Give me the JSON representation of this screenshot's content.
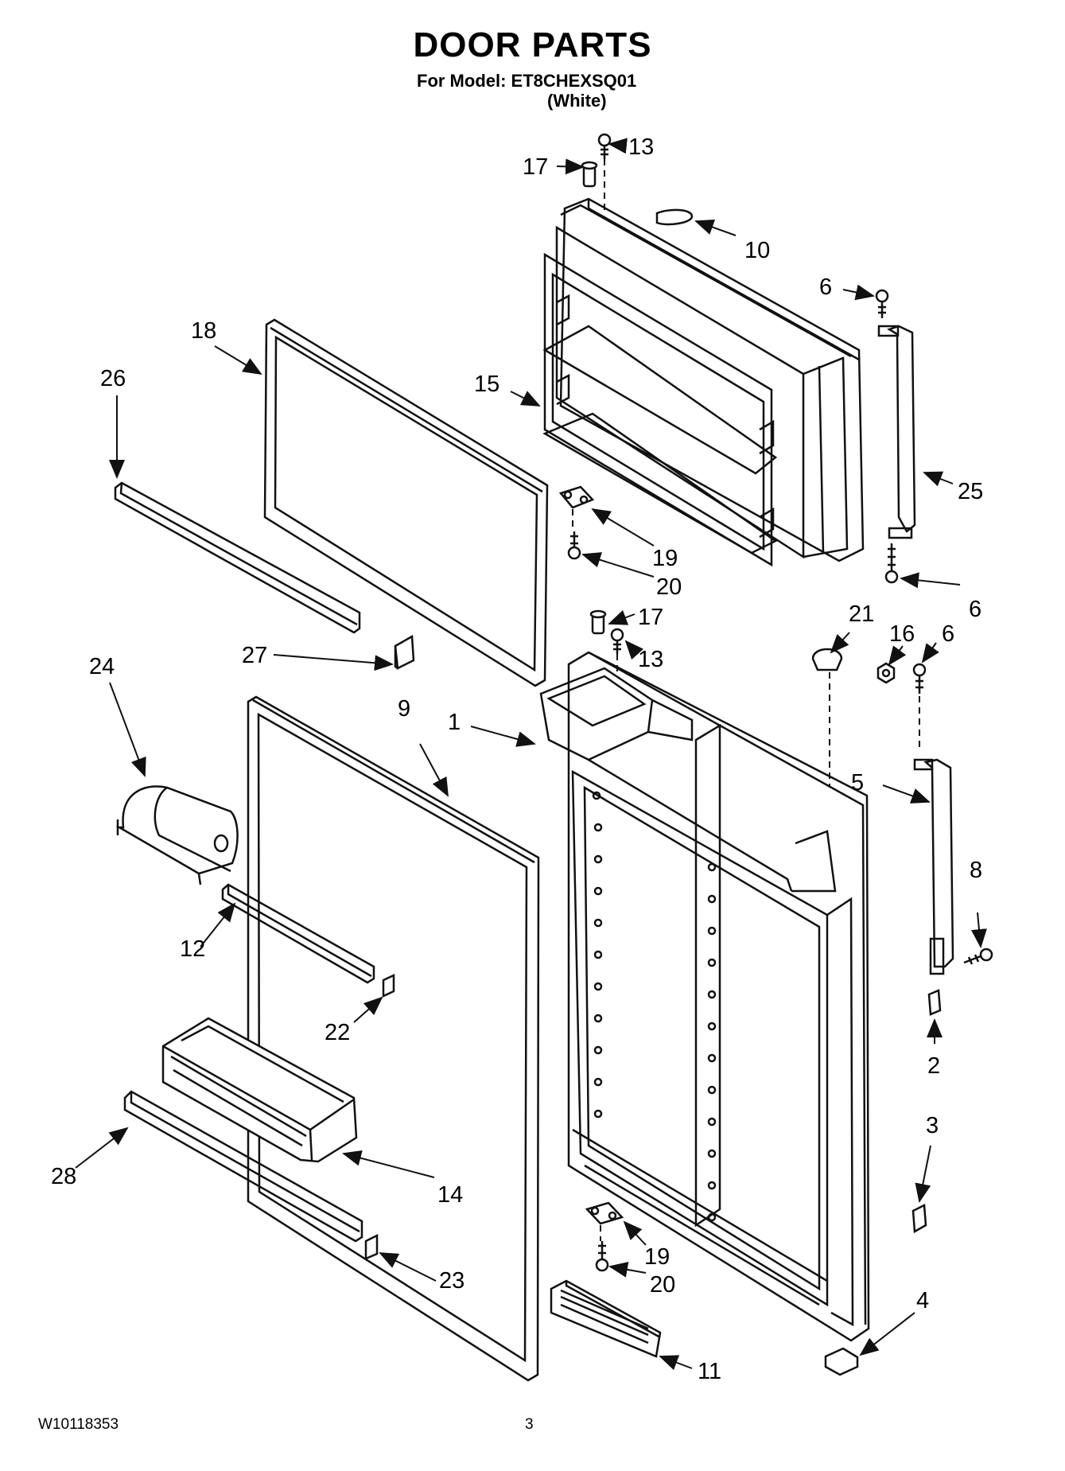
{
  "header": {
    "title": "DOOR PARTS",
    "model_line": "For Model: ET8CHEXSQ01",
    "color_line": "(White)"
  },
  "footer": {
    "doc_number": "W10118353",
    "page_number": "3"
  },
  "callouts": {
    "c1": "1",
    "c2": "2",
    "c3": "3",
    "c4": "4",
    "c5": "5",
    "c6a": "6",
    "c6b": "6",
    "c6c": "6",
    "c8": "8",
    "c9": "9",
    "c10": "10",
    "c11": "11",
    "c12": "12",
    "c13a": "13",
    "c13b": "13",
    "c14": "14",
    "c15": "15",
    "c16": "16",
    "c17a": "17",
    "c17b": "17",
    "c18": "18",
    "c19a": "19",
    "c19b": "19",
    "c20a": "20",
    "c20b": "20",
    "c21": "21",
    "c22": "22",
    "c23": "23",
    "c24": "24",
    "c25": "25",
    "c26": "26",
    "c27": "27",
    "c28": "28"
  }
}
